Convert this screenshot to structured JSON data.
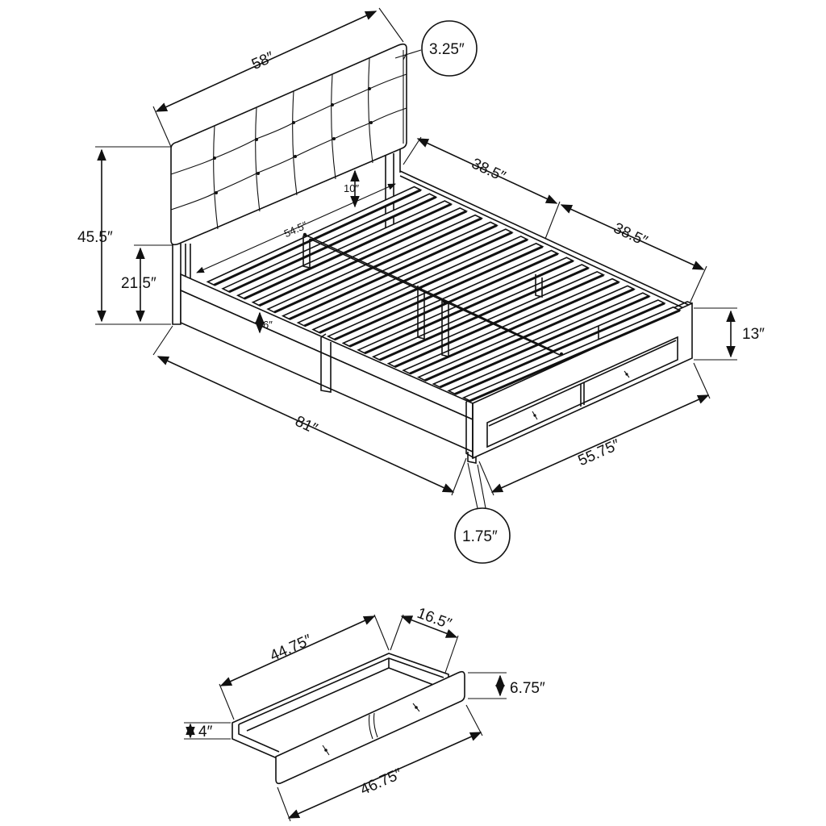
{
  "diagram": {
    "bed": {
      "headboard_width": "58″",
      "headboard_thickness": "3.25″",
      "total_height": "45.5″",
      "side_rail_height": "21.5″",
      "clearance_under_headboard": "10″",
      "inner_width": "54.5″",
      "leg_height": "6″",
      "side_length_back": "38.5″",
      "side_length_front": "38.5″",
      "footboard_height": "13″",
      "total_length": "81″",
      "footboard_width": "55.75″",
      "foot_leg": "1.75″"
    },
    "drawer": {
      "inner_length": "44.75″",
      "depth": "16.5″",
      "front_height": "6.75″",
      "side_height": "4″",
      "front_length": "46.75″"
    }
  }
}
